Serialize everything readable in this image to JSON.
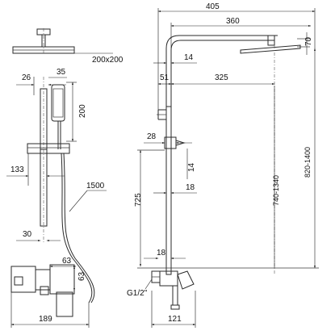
{
  "left_view": {
    "dims": {
      "head_size": "200x200",
      "d26": "26",
      "d35": "35",
      "d200": "200",
      "d133": "133",
      "d1500": "1500",
      "d30": "30",
      "d63a": "63",
      "d63b": "63",
      "d189": "189"
    }
  },
  "right_view": {
    "dims": {
      "d405": "405",
      "d360": "360",
      "d70": "70",
      "d14a": "14",
      "d51": "51",
      "d325": "325",
      "d820_1400": "820-1400",
      "d740_1340": "740-1340",
      "d28": "28",
      "d14b": "14",
      "d725": "725",
      "d18a": "18",
      "d18b": "18",
      "g12": "G1/2\"",
      "d121": "121"
    }
  }
}
